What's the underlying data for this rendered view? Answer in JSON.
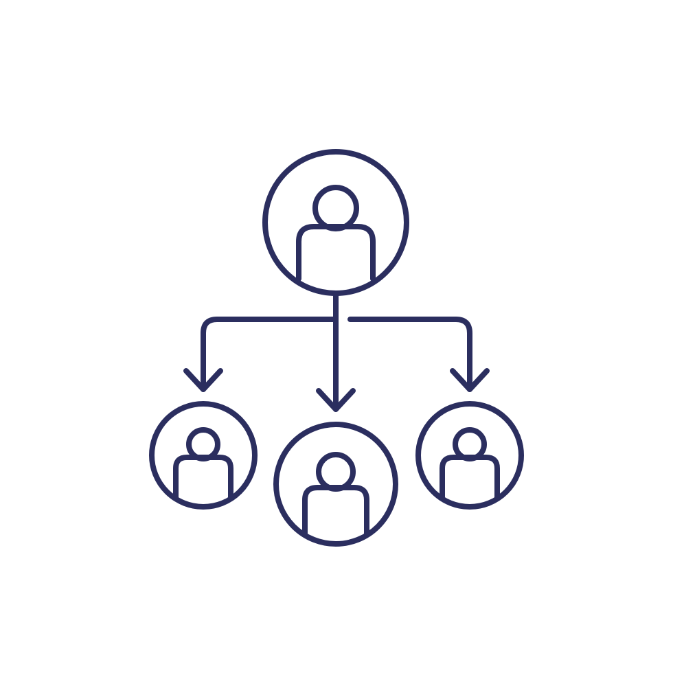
{
  "icon": {
    "name": "hierarchy-delegation-icon",
    "stroke_color": "#2b2e5f",
    "background_color": "#ffffff",
    "nodes": [
      {
        "id": "top",
        "role": "manager",
        "icon": "person-icon"
      },
      {
        "id": "left",
        "role": "subordinate",
        "icon": "person-icon"
      },
      {
        "id": "center",
        "role": "subordinate",
        "icon": "person-icon"
      },
      {
        "id": "right",
        "role": "subordinate",
        "icon": "person-icon"
      }
    ],
    "connectors": [
      {
        "from": "top",
        "to": "left",
        "icon": "arrow-down-icon"
      },
      {
        "from": "top",
        "to": "center",
        "icon": "arrow-down-icon"
      },
      {
        "from": "top",
        "to": "right",
        "icon": "arrow-down-icon"
      }
    ]
  }
}
